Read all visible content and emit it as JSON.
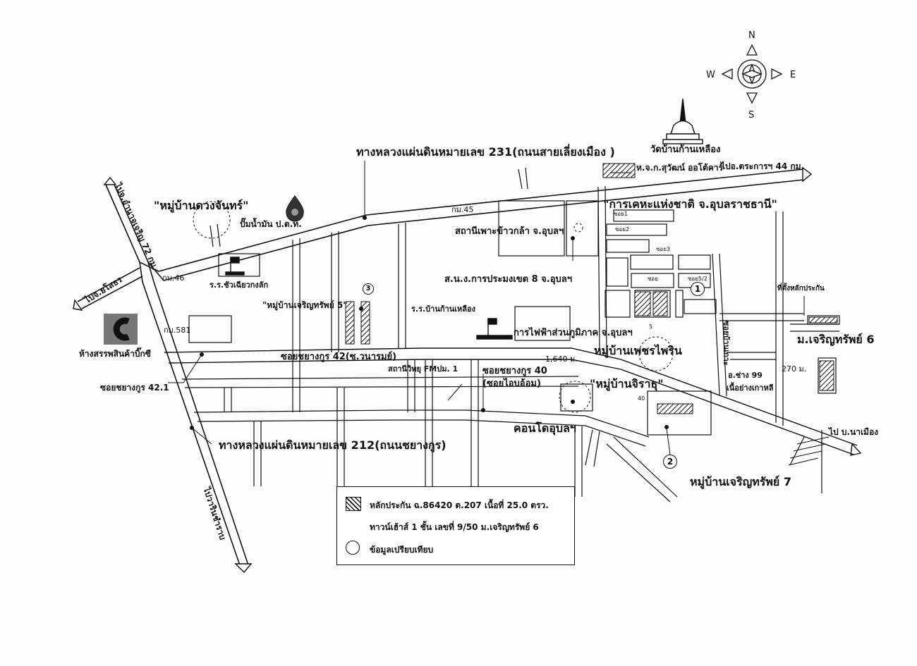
{
  "compass": {
    "n": "N",
    "s": "S",
    "e": "E",
    "w": "W"
  },
  "highways": {
    "hw231": "ทางหลวงแผ่นดินหมายเลข 231(ถนนสายเลี่ยงเมือง )",
    "hw212": "ทางหลวงแผ่นดินหมายเลข 212(ถนนชยางกูร)"
  },
  "directions": {
    "to_amnat": "ไปจ.อำนาจเจริญ 72 กม.",
    "to_yasothon": "ไปจ.ยโสธร",
    "to_warin": "ไปวารินชำราบ",
    "to_trakan": "ไปอ.ตระการฯ 44 กม.",
    "to_na_mueang": "ไป บ.นาเมือง"
  },
  "places": {
    "wat": "วัดบ้านก้านเหลือง",
    "car_dealer": "ห.จ.ก.สุวัฒน์ ออโต้คาร์",
    "village_duangchan": "\"หมู่บ้านดวงจันทร์\"",
    "gas_station": "ปั๊มน้ำมัน ป.ต.ท.",
    "km45": "กม.45",
    "km46": "กม.46",
    "km581": "กม.581",
    "rice_station": "สถานีเพาะข้าวกล้า จ.อุบลฯ",
    "fish_office": "ส.น.ง.การประมงเขต 8 จ.อุบลฯ",
    "school_chuea": "ร.ร.ชัวเฉียวกงลัก",
    "village_charoensap5": "\"หมู่บ้านเจริญทรัพย์ 5\"",
    "school_kanlueang": "ร.ร.บ้านก้านเหลือง",
    "pea": "การไฟฟ้าส่วนภูมิภาค จ.อุบลฯ",
    "housing": "\"การเคหะแห่งชาติ จ.อุบลราชธานี\"",
    "village_phetphairin": "หมู่บ้านเพชรไพริน",
    "charoensap6": "ม.เจริญทรัพย์ 6",
    "collateral_small": "ที่ตั้งหลักประกัน",
    "soi42": "ซอยชยางกูร 42(ซ.วนารมย์)",
    "soi421": "ซอยชยางกูร 42.1",
    "soi40": "ซอยชยางกูร 40",
    "soi40b": "(ซอยไอบอ้อม)",
    "radio": "สถานีวิทยุ FMปม. 1",
    "dist_1640": "1,640 ม.",
    "dist_270": "270 ม.",
    "village_jirathu": "\"หมู่บ้านจิราธุ\"",
    "condo": "คอนโดอุบลฯ",
    "mall": "ห้างสรรพสินค้าบิ๊กซี",
    "garage": "อ.ช่าง 99",
    "korean_meat": "เนื้อย่างเกาหลี",
    "soi_ban_ko": "ซอยบ้านเกาะ",
    "village_charoensap7": "หมู่บ้านเจริญทรัพย์ 7",
    "soi_nums": [
      "ซอย1",
      "ซอย2",
      "ซอย3",
      "ซอย",
      "ซอย5/2"
    ],
    "small_40": "40",
    "small_5": "5"
  },
  "markers": [
    "1",
    "2",
    "3"
  ],
  "legend": {
    "collateral": "หลักประกัน ฉ.86420 ต.207 เนื้อที่ 25.0 ตรว.",
    "townhouse": "ทาวน์เฮ้าส์ 1 ชั้น เลขที่ 9/50 ม.เจริญทรัพย์ 6",
    "comparable": "ข้อมูลเปรียบเทียบ"
  }
}
